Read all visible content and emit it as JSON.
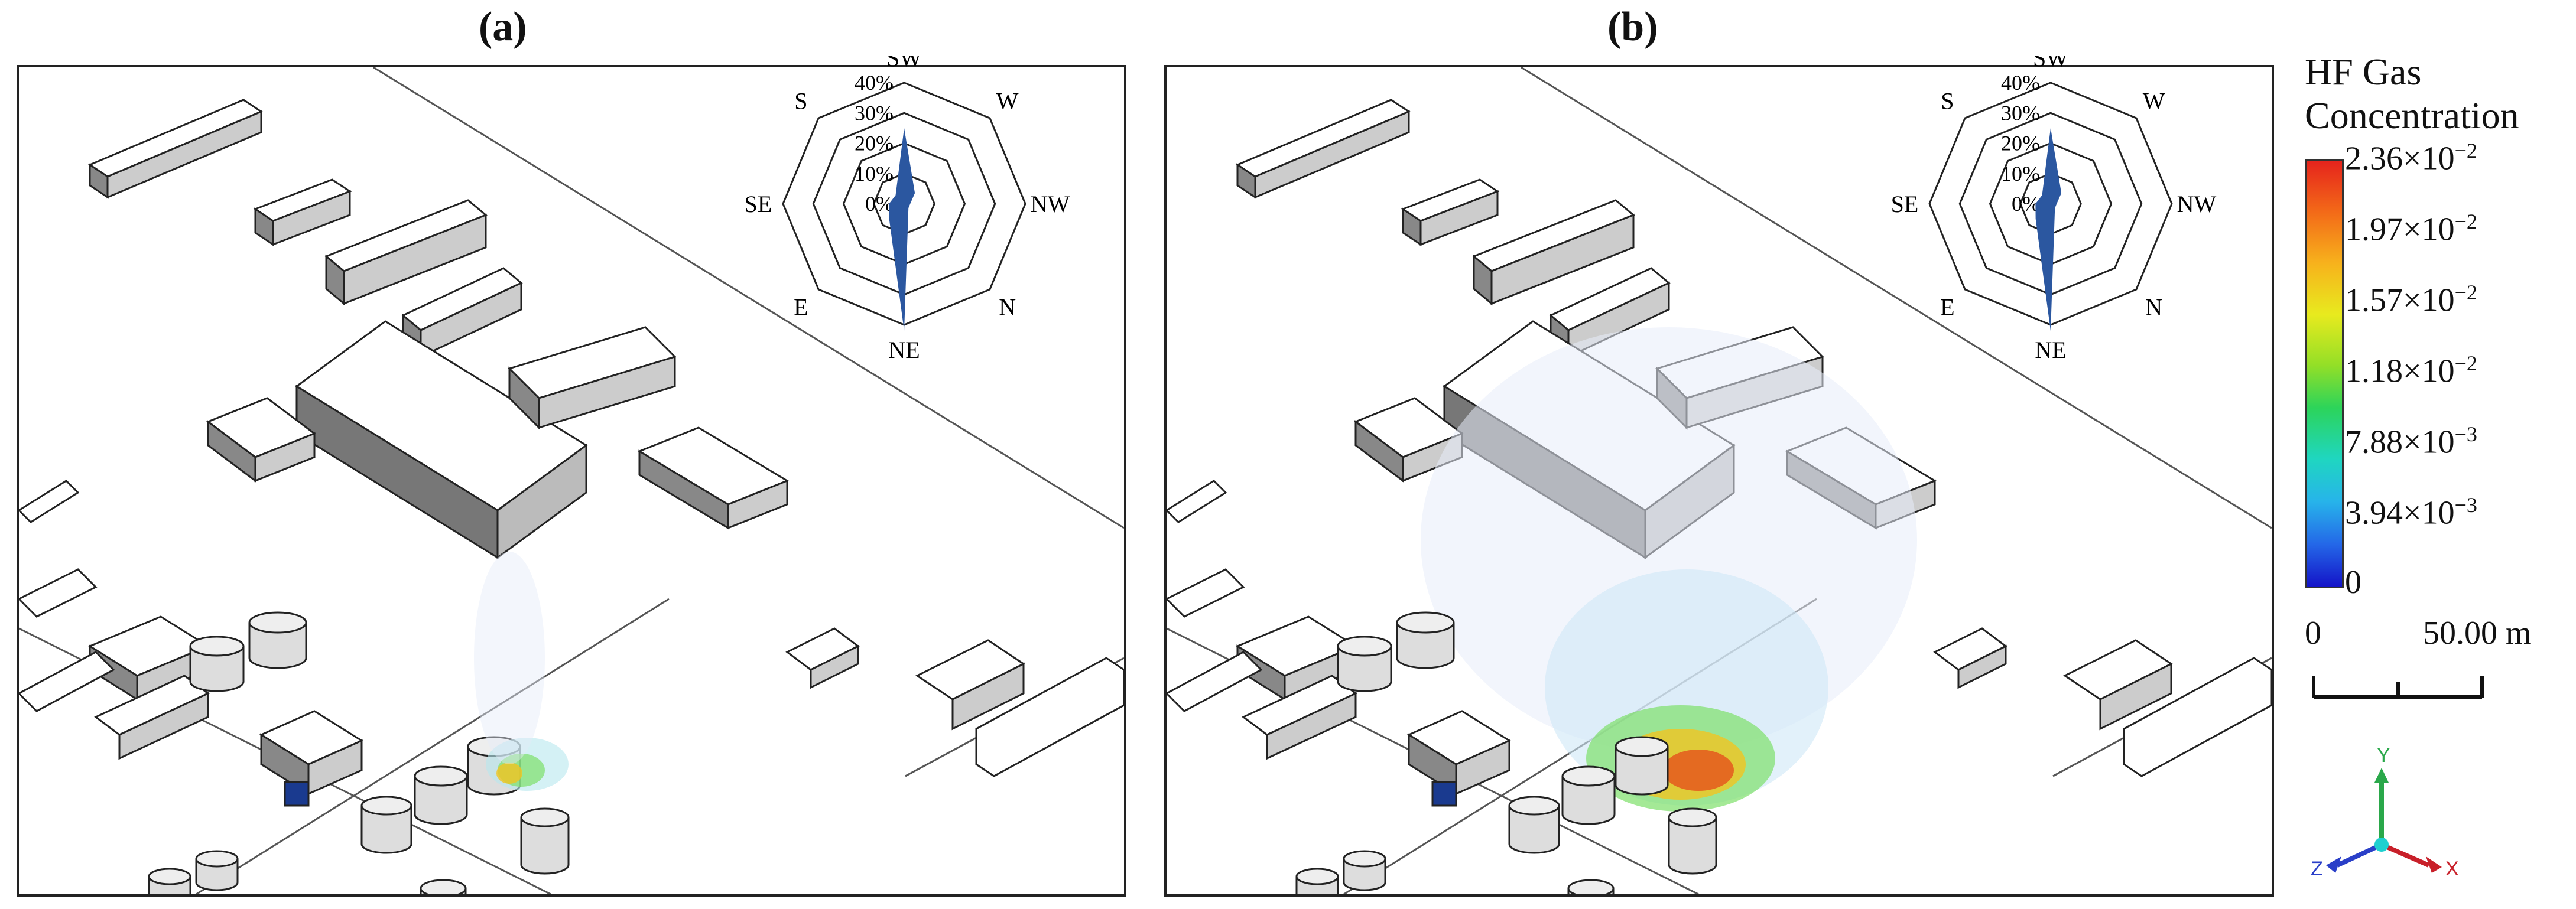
{
  "panels": [
    {
      "label": "(a)"
    },
    {
      "label": "(b)"
    }
  ],
  "wind_rose": {
    "directions": [
      "SW",
      "W",
      "NW",
      "N",
      "NE",
      "E",
      "SE",
      "S"
    ],
    "ring_labels": [
      "0%",
      "10%",
      "20%",
      "30%",
      "40%"
    ]
  },
  "legend": {
    "title_line1": "HF Gas",
    "title_line2": "Concentration",
    "ticks": [
      {
        "mantissa": "2.36×10",
        "exp": "−2"
      },
      {
        "mantissa": "1.97×10",
        "exp": "−2"
      },
      {
        "mantissa": "1.57×10",
        "exp": "−2"
      },
      {
        "mantissa": "1.18×10",
        "exp": "−2"
      },
      {
        "mantissa": "7.88×10",
        "exp": "−3"
      },
      {
        "mantissa": "3.94×10",
        "exp": "−3"
      },
      {
        "mantissa": "0",
        "exp": ""
      }
    ],
    "colors": [
      "#e6241c",
      "#f7b21c",
      "#e8ea1e",
      "#2cd45a",
      "#1fd6c0",
      "#2468e8",
      "#1414c8"
    ]
  },
  "scale_bar": {
    "start": "0",
    "end": "50.00 m"
  },
  "axes_triad": {
    "x": "X",
    "y": "Y",
    "z": "Z"
  }
}
